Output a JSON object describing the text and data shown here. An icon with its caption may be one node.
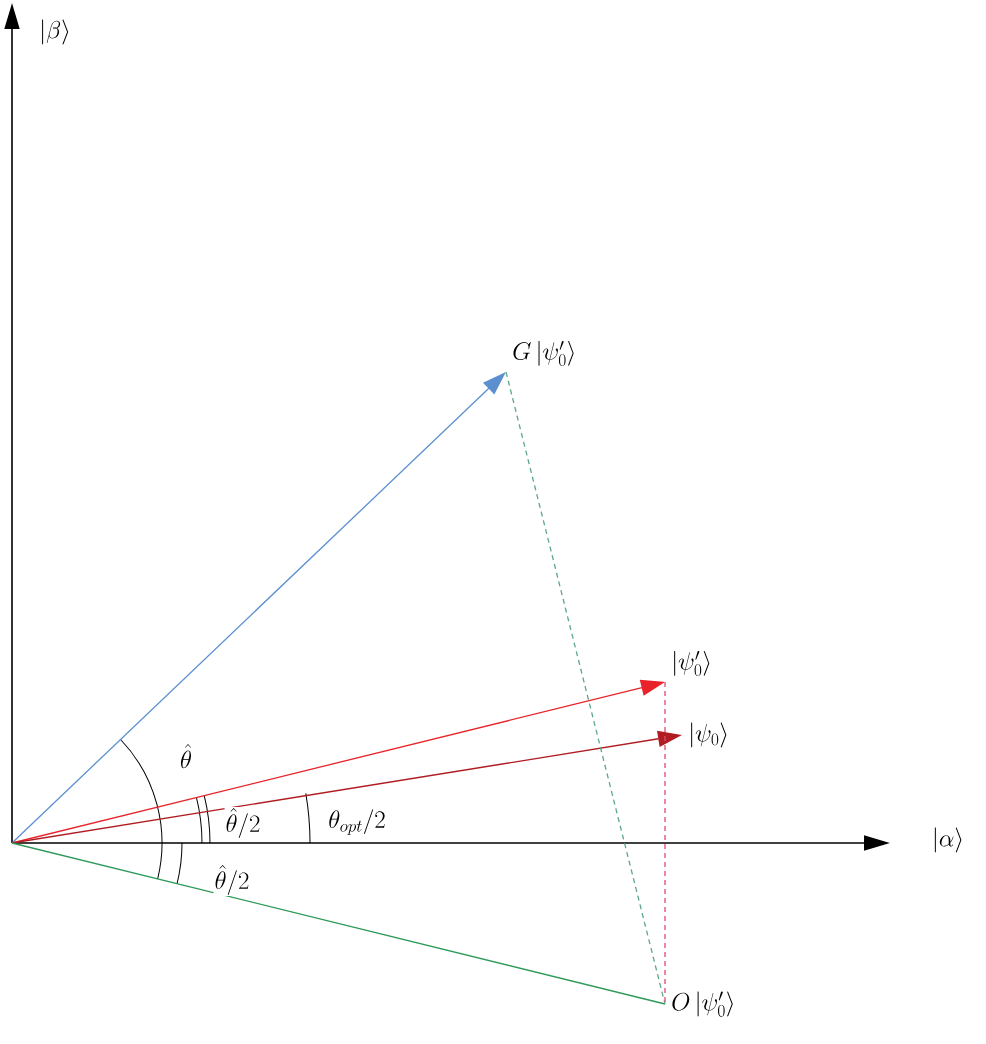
{
  "diagram": {
    "nodes": [
      {
        "text": [
          "G\\left|\\psi'_{0}\\right\\rangle"
        ]
      },
      {
        "text": [
          "\\left|\\psi'_{0}\\right\\rangle"
        ]
      },
      {
        "text": [
          "\\left|\\psi_{0}\\right\\rangle"
        ]
      },
      {
        "text": [
          "O\\left|\\psi'_{0}\\right\\rangle"
        ]
      }
    ],
    "edges": [
      {
        "from": null,
        "to": 0,
        "arrow": "to",
        "color": "#5b8fd0"
      },
      {
        "from": null,
        "to": 1,
        "arrow": "to",
        "color": "#e8232a"
      },
      {
        "from": null,
        "to": 2,
        "arrow": "to",
        "color": "#b01c22"
      },
      {
        "from": null,
        "to": 3,
        "arrow": "none",
        "color": "#2e9a5a"
      },
      {
        "from": 0,
        "to": 3,
        "arrow": "none",
        "style": "dashed",
        "color": "#5aa88a"
      },
      {
        "from": 1,
        "to": 3,
        "arrow": "none",
        "style": "dashed",
        "color": "#e04a6a"
      }
    ],
    "labels": [
      "\\left|\\beta\\right\\rangle",
      "\\left|\\alpha\\right\\rangle",
      "\\hat{\\theta}",
      "\\hat{\\theta}/2",
      "\\theta_{opt}/2",
      "\\hat{\\theta}/2"
    ]
  }
}
